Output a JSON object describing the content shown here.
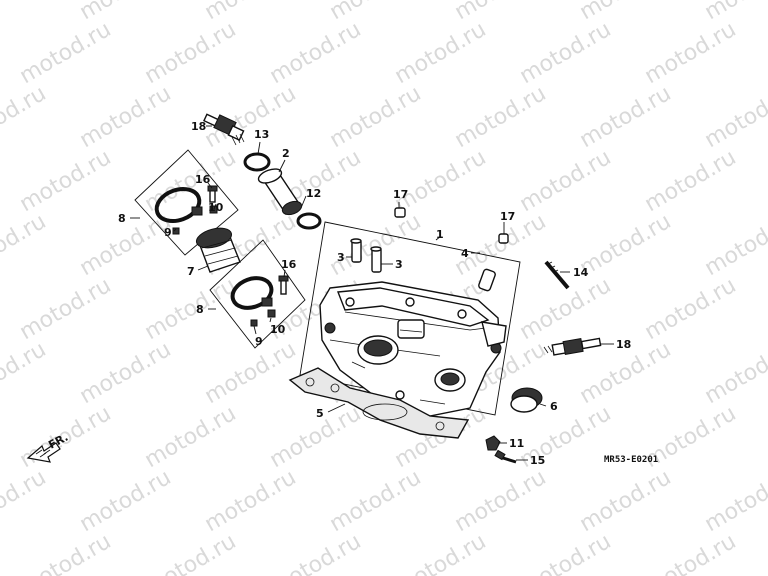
{
  "diagram": {
    "watermark_text": "motod.ru",
    "drawing_code": "MR53-E0201",
    "direction_label": "FR.",
    "callouts": {
      "c1": "1",
      "c2": "2",
      "c3a": "3",
      "c3b": "3",
      "c4": "4",
      "c5": "5",
      "c6": "6",
      "c7": "7",
      "c8a": "8",
      "c8b": "8",
      "c9a": "9",
      "c9b": "9",
      "c10a": "10",
      "c10b": "10",
      "c11": "11",
      "c12": "12",
      "c13": "13",
      "c14": "14",
      "c15": "15",
      "c16a": "16",
      "c16b": "16",
      "c17a": "17",
      "c17b": "17",
      "c18a": "18",
      "c18b": "18"
    }
  }
}
